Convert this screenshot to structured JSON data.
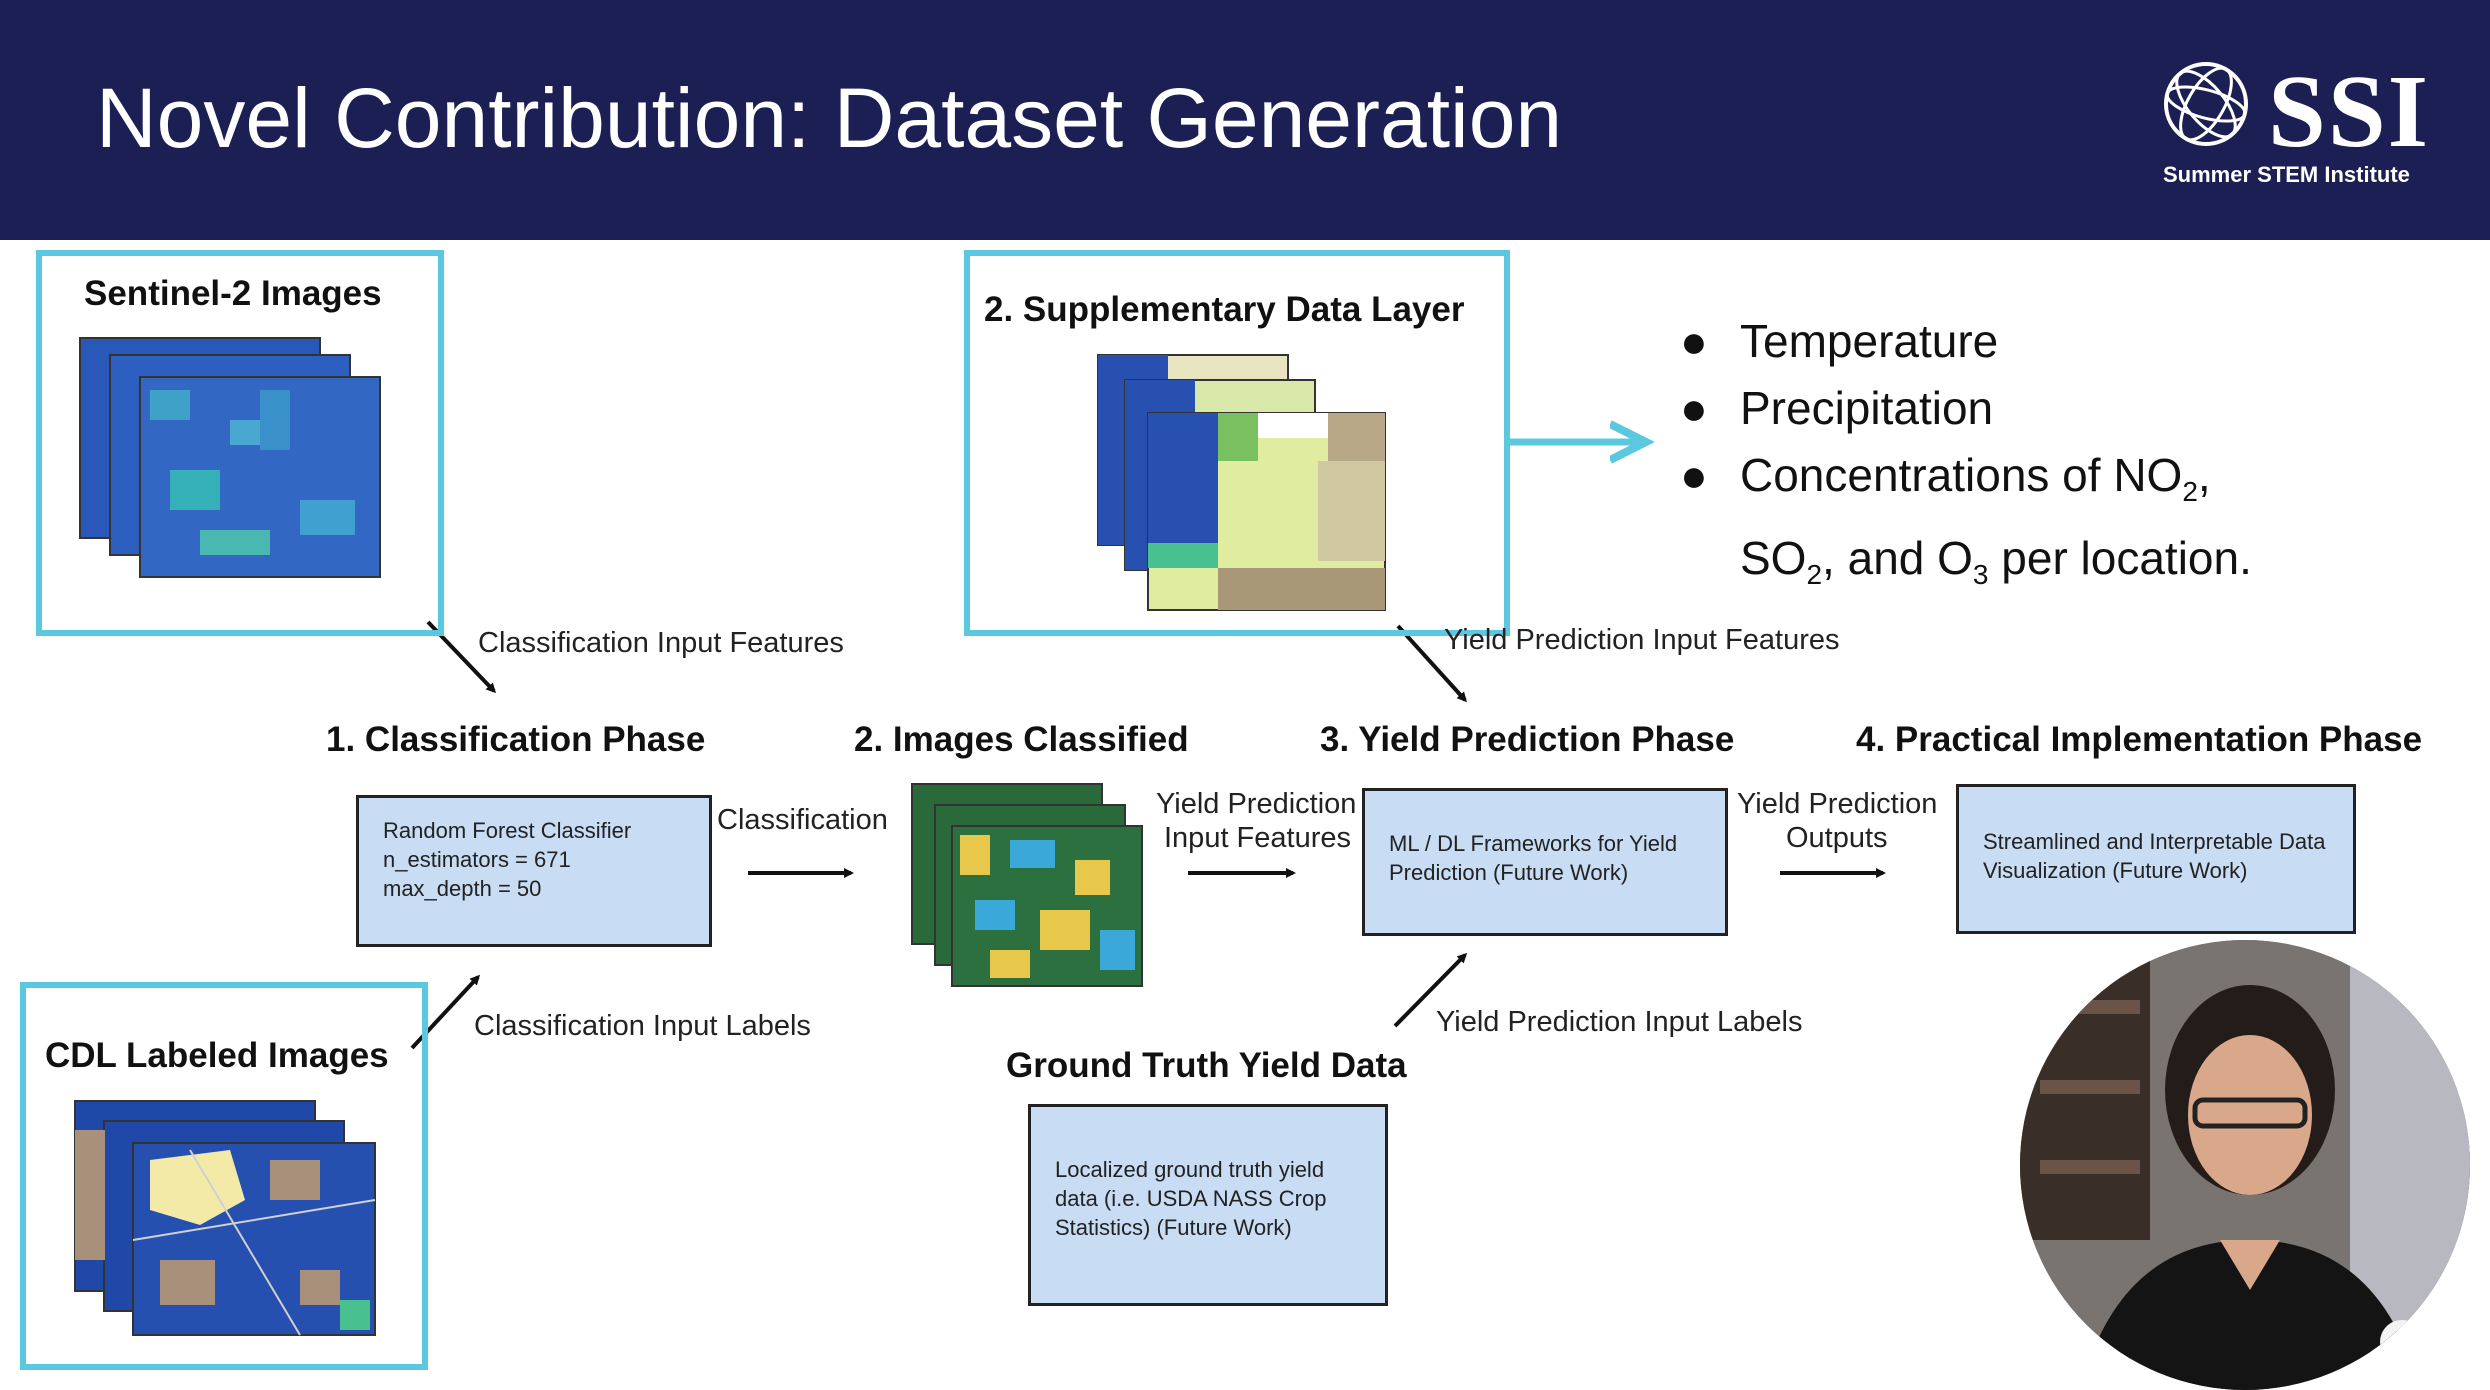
{
  "header": {
    "title": "Novel Contribution: Dataset Generation",
    "logo_text": "SSI",
    "logo_subtitle": "Summer STEM Institute"
  },
  "inputs": {
    "sentinel_title": "Sentinel-2 Images",
    "supplementary_title": "2. Supplementary Data Layer",
    "cdl_title": "CDL Labeled Images",
    "ground_truth_title": "Ground Truth Yield Data",
    "ground_truth_lines": [
      "Localized ground truth yield",
      "data (i.e. USDA NASS Crop",
      "Statistics) (Future Work)"
    ]
  },
  "supplementary_bullets": {
    "item1": "Temperature",
    "item2": "Precipitation",
    "item3": "Concentrations of NO",
    "item3_sub": "2",
    "item3_end": ",",
    "item4_a": "SO",
    "item4_sub1": "2",
    "item4_b": ", and O",
    "item4_sub2": "3",
    "item4_c": " per location."
  },
  "phases": {
    "p1_title": "1. Classification Phase",
    "p1_lines": [
      "Random Forest Classifier",
      "n_estimators = 671",
      "max_depth = 50"
    ],
    "p2_title": "2. Images Classified",
    "p3_title": "3. Yield Prediction Phase",
    "p3_lines": [
      "ML / DL Frameworks for Yield",
      "Prediction (Future Work)"
    ],
    "p4_title": "4. Practical Implementation Phase",
    "p4_lines": [
      "Streamlined and Interpretable Data",
      "Visualization (Future Work)"
    ]
  },
  "edges": {
    "class_input_features": "Classification Input Features",
    "classification": "Classification",
    "class_input_labels": "Classification Input Labels",
    "yield_input_features_a": "Yield Prediction",
    "yield_input_features_b": "Input Features",
    "yield_input_features_top": "Yield Prediction Input Features",
    "yield_outputs_a": "Yield Prediction",
    "yield_outputs_b": "Outputs",
    "yield_input_labels": "Yield Prediction Input Labels"
  },
  "colors": {
    "header_bg": "#1b1f54",
    "accent_cyan": "#5bc8e0",
    "process_box": "#c8dcf4"
  },
  "video": {
    "more_icon": "more-dots-icon"
  }
}
